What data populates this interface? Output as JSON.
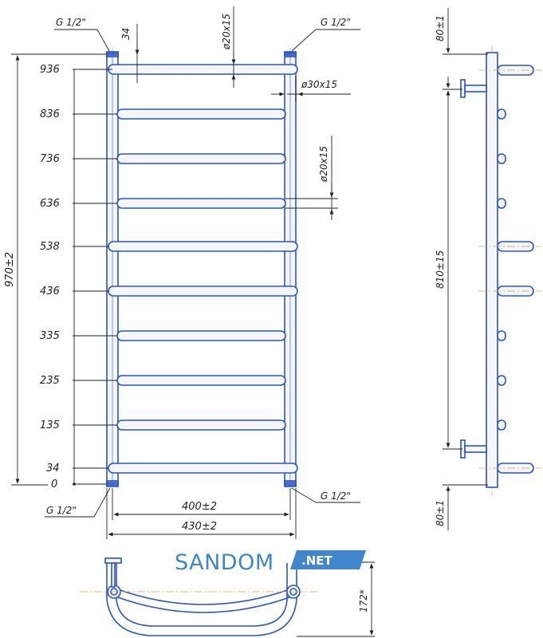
{
  "front_view": {
    "bar_labels": [
      "936",
      "836",
      "736",
      "636",
      "538",
      "436",
      "335",
      "235",
      "135",
      "34",
      "0"
    ],
    "thread_label": "G 1/2\"",
    "pitch_label": "34",
    "bar_diameter_label": "ø20x15",
    "riser_diameter_label": "ø30x15",
    "height_label": "970±2",
    "inner_width_label": "400±2",
    "outer_width_label": "430±2"
  },
  "side_view": {
    "top_offset_label": "80±1",
    "middle_label": "810±15",
    "bottom_offset_label": "80±1"
  },
  "top_view": {
    "depth_label": "172*"
  },
  "brand": {
    "name": "SANDOM",
    "suffix": ".NET"
  },
  "colors": {
    "tube_outline": "#2a55c4",
    "axis_line": "#d4a24a",
    "brand_blue": "#3f86cc"
  }
}
